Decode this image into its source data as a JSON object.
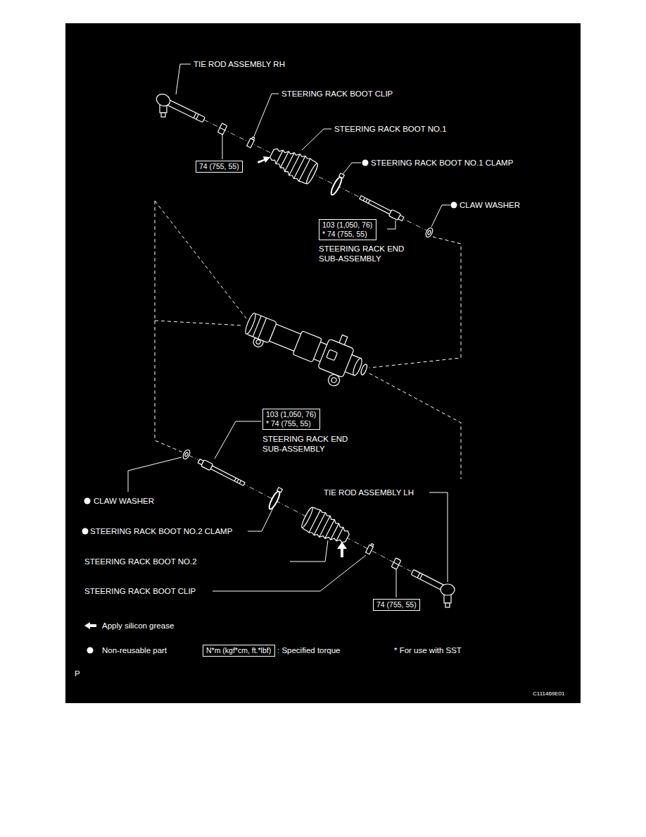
{
  "diagram": {
    "nodes": [
      {
        "text": [
          "74 (755, 55)"
        ]
      },
      {
        "text": [
          "103 (1,050, 76)",
          "* 74 (755, 55)"
        ]
      },
      {
        "text": [
          "103 (1,050, 76)",
          "* 74 (755, 55)"
        ]
      },
      {
        "text": [
          "74 (755, 55)"
        ]
      },
      {
        "text": [
          "N*m (kgf*cm, ft.*lbf)"
        ]
      }
    ],
    "labels": [
      "TIE ROD ASSEMBLY RH",
      "STEERING RACK BOOT CLIP",
      "STEERING RACK BOOT NO.1",
      "STEERING RACK BOOT NO.1 CLAMP",
      "CLAW WASHER",
      "STEERING RACK END SUB-ASSEMBLY",
      "STEERING RACK END SUB-ASSEMBLY",
      "TIE ROD ASSEMBLY LH",
      "CLAW WASHER",
      "STEERING RACK BOOT NO.2 CLAMP",
      "STEERING RACK BOOT NO.2",
      "STEERING RACK BOOT CLIP",
      ": Specified torque",
      "* For use with SST",
      "P",
      "C111469E01"
    ],
    "legend": [
      {
        "text": "Apply silicon grease"
      },
      {
        "text": "Non-reusable part"
      }
    ]
  }
}
